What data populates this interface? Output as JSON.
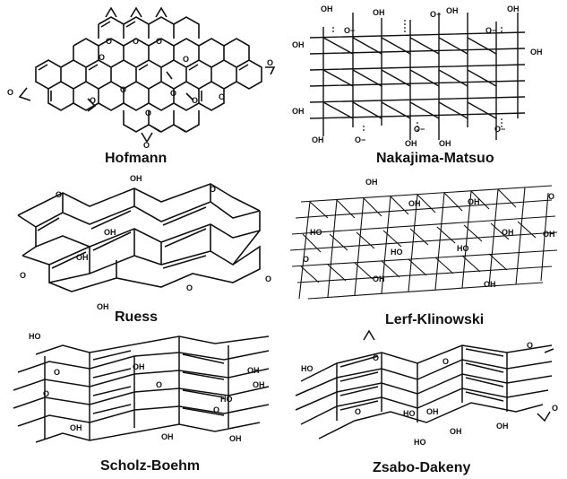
{
  "panels": [
    {
      "name": "Hofmann",
      "labels": [
        "O",
        "O",
        "O",
        "O",
        "O",
        "O",
        "O",
        "O",
        "O",
        "O",
        "O",
        "O",
        "O",
        "O"
      ]
    },
    {
      "name": "Nakajima-Matsuo",
      "labels": [
        "OH",
        "OH",
        "OH",
        "OH",
        "O−",
        "O−",
        "O−",
        "O−",
        "O−",
        "O−",
        "OH",
        "OH",
        "OH",
        "OH",
        "OH",
        "OH"
      ]
    },
    {
      "name": "Ruess",
      "labels": [
        "OH",
        "OH",
        "OH",
        "OH",
        "O",
        "O",
        "O",
        "O",
        "O"
      ]
    },
    {
      "name": "Lerf-Klinowski",
      "labels": [
        "OH",
        "OH",
        "OH",
        "HO",
        "HO",
        "HO",
        "OH",
        "OH",
        "OH",
        "OH",
        "O",
        "O"
      ]
    },
    {
      "name": "Scholz-Boehm",
      "labels": [
        "HO",
        "OH",
        "OH",
        "OH",
        "HO",
        "OH",
        "OH",
        "OH",
        "O",
        "O",
        "O",
        "O"
      ]
    },
    {
      "name": "Zsabo-Dakeny",
      "labels": [
        "HO",
        "HO",
        "OH",
        "OH",
        "OH",
        "HO",
        "O",
        "O",
        "O",
        "O",
        "O"
      ]
    }
  ]
}
